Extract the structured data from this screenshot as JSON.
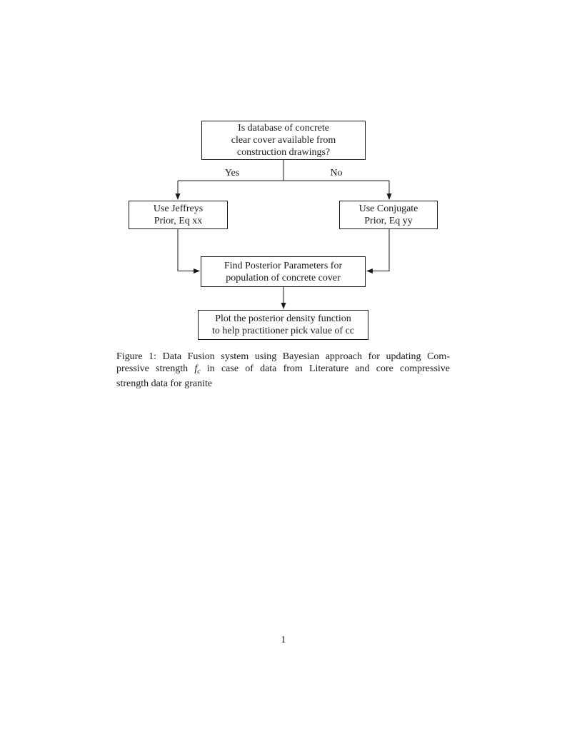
{
  "page": {
    "background": "#ffffff",
    "text_color": "#1a1a1a",
    "page_number": "1"
  },
  "flowchart": {
    "border_color": "#1a1a1a",
    "boxes": {
      "question": {
        "lines": [
          "Is database of concrete",
          "clear cover available from",
          "construction drawings?"
        ]
      },
      "jeffreys": {
        "lines": [
          "Use Jeffreys",
          "Prior, Eq xx"
        ]
      },
      "conjugate": {
        "lines": [
          "Use Conjugate",
          "Prior, Eq yy"
        ]
      },
      "posterior": {
        "lines": [
          "Find Posterior Parameters for",
          "population of concrete cover"
        ]
      },
      "plot": {
        "lines": [
          "Plot the posterior density function",
          "to help practitioner pick value of cc"
        ]
      }
    },
    "edge_labels": {
      "yes": "Yes",
      "no": "No"
    }
  },
  "caption": {
    "line1": "Figure 1: Data Fusion system using Bayesian approach for updating Com-",
    "line2_before": "pressive strength ",
    "math_base": "f",
    "math_sub": "c",
    "line2_after": " in case of data from Literature and core compressive",
    "line3": "strength data for granite"
  }
}
